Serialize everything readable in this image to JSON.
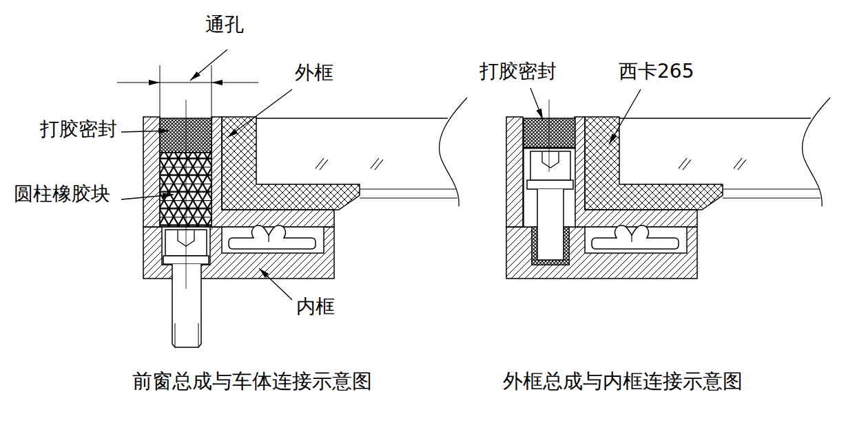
{
  "diagram": {
    "labels": [
      "通孔",
      "外框",
      "打胶密封",
      "圆柱橡胶块",
      "内框",
      "前窗总成与车体连接示意图",
      "打胶密封",
      "西卡265",
      "外框总成与内框连接示意图"
    ]
  }
}
